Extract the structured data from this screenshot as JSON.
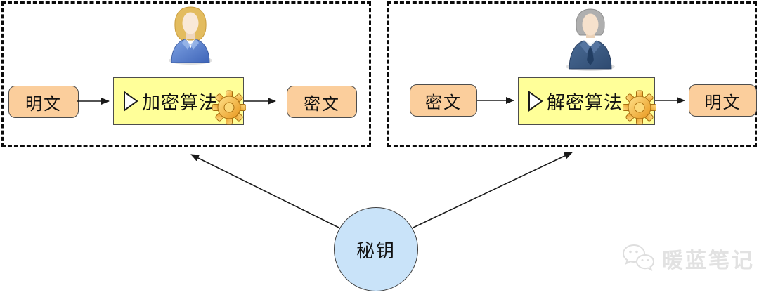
{
  "diagram": {
    "left_panel": {
      "role": "encryption-side",
      "avatar": "business-woman",
      "input_label": "明文",
      "process_label": "加密算法",
      "output_label": "密文"
    },
    "right_panel": {
      "role": "decryption-side",
      "avatar": "business-man",
      "input_label": "密文",
      "process_label": "解密算法",
      "output_label": "明文"
    },
    "key_label": "秘钥"
  },
  "watermark": {
    "icon": "wechat-icon",
    "label": "暖蓝笔记"
  },
  "colors": {
    "node_fill": "#FBCE9C",
    "process_fill": "#FFFF99",
    "key_fill": "#C9E3F9",
    "border": "#4D4D4D",
    "arrow": "#1A1A1A",
    "watermark": "#E2E2E2"
  }
}
